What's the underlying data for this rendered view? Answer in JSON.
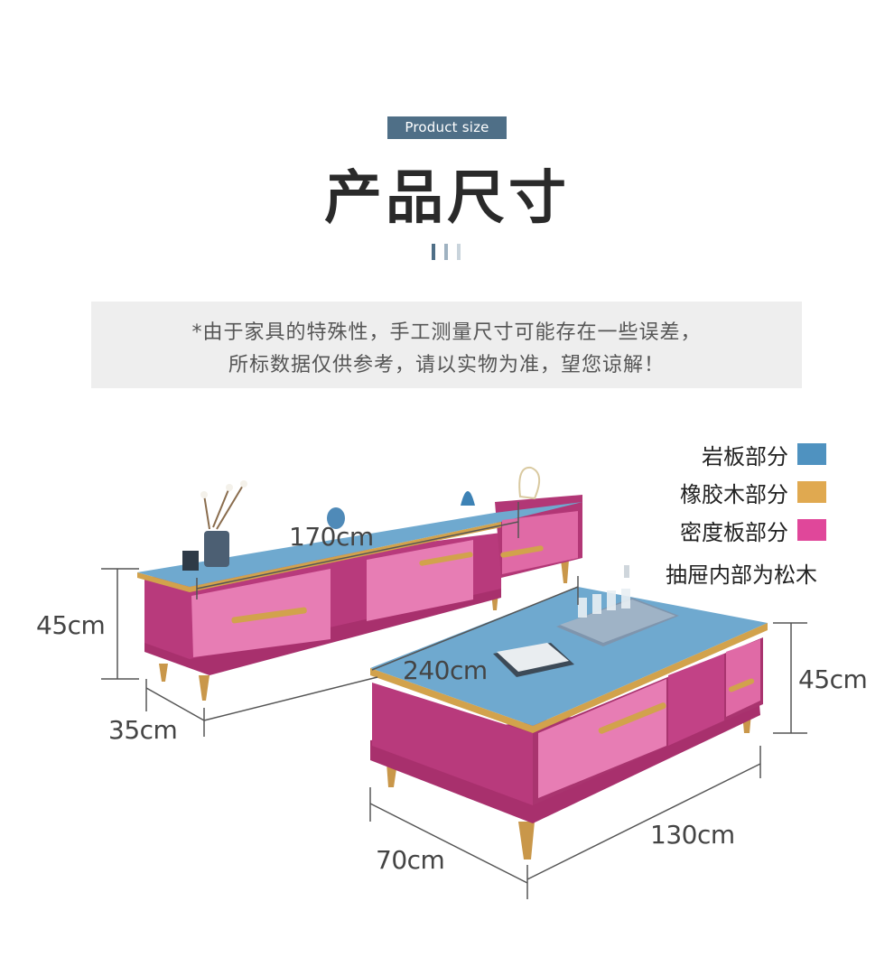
{
  "header": {
    "badge": "Product size",
    "title": "产品尺寸"
  },
  "notice": {
    "line1": "*由于家具的特殊性，手工测量尺寸可能存在一些误差，",
    "line2": "所标数据仅供参考，请以实物为准，望您谅解！"
  },
  "legend": {
    "items": [
      {
        "label": "岩板部分",
        "color": "#4f92c0"
      },
      {
        "label": "橡胶木部分",
        "color": "#e0a950"
      },
      {
        "label": "密度板部分",
        "color": "#e0479a"
      }
    ],
    "note": "抽屉内部为松木"
  },
  "dimensions": {
    "tv_cabinet_length": "170cm",
    "tv_cabinet_height": "45cm",
    "tv_cabinet_depth": "35cm",
    "coffee_table_length": "240cm",
    "coffee_table_height": "45cm",
    "coffee_table_width": "130cm",
    "coffee_table_depth": "70cm"
  },
  "colors": {
    "badge_bg": "#4f6f87",
    "stone_top": "#6fa9cf",
    "body_magenta": "#b83a7c",
    "drawer_pink": "#e77db4",
    "gold": "#d2a24c"
  }
}
